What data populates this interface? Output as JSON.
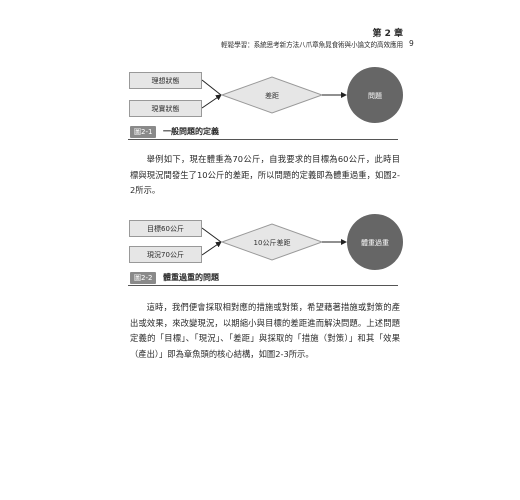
{
  "header": {
    "chapter": "第 2 章",
    "subtitle": "輕鬆學習：系統思考新方法八爪章魚晁食術與小論文的高效應用",
    "page_number": "9"
  },
  "figure1": {
    "box_top": "理想狀態",
    "box_bottom": "現實狀態",
    "diamond_label": "差距",
    "circle_label": "問題",
    "caption_tag": "圖2-1",
    "caption_text": "一般問題的定義"
  },
  "paragraph1": "舉例如下，現在體重為70公斤，自我要求的目標為60公斤，此時目標與現況間發生了10公斤的差距，所以問題的定義即為體重過重，如圖2-2所示。",
  "figure2": {
    "box_top": "目標60公斤",
    "box_bottom": "現況70公斤",
    "diamond_label": "10公斤差距",
    "circle_label": "體重過重",
    "caption_tag": "圖2-2",
    "caption_text": "體重過重的問題"
  },
  "paragraph2": "這時，我們便會採取相對應的措施或對策，希望藉著措施或對策的產出或效果，來改變現況，以期縮小與目標的差距進而解決問題。上述問題定義的「目標」、「現況」、「差距」與採取的「措施（對策）」和其「效果（產出）」即為章魚頭的核心結構，如圖2-3所示。",
  "colors": {
    "box_fill": "#e6e6e6",
    "circle_fill": "#666666",
    "caption_tag_fill": "#8a8a8a"
  }
}
